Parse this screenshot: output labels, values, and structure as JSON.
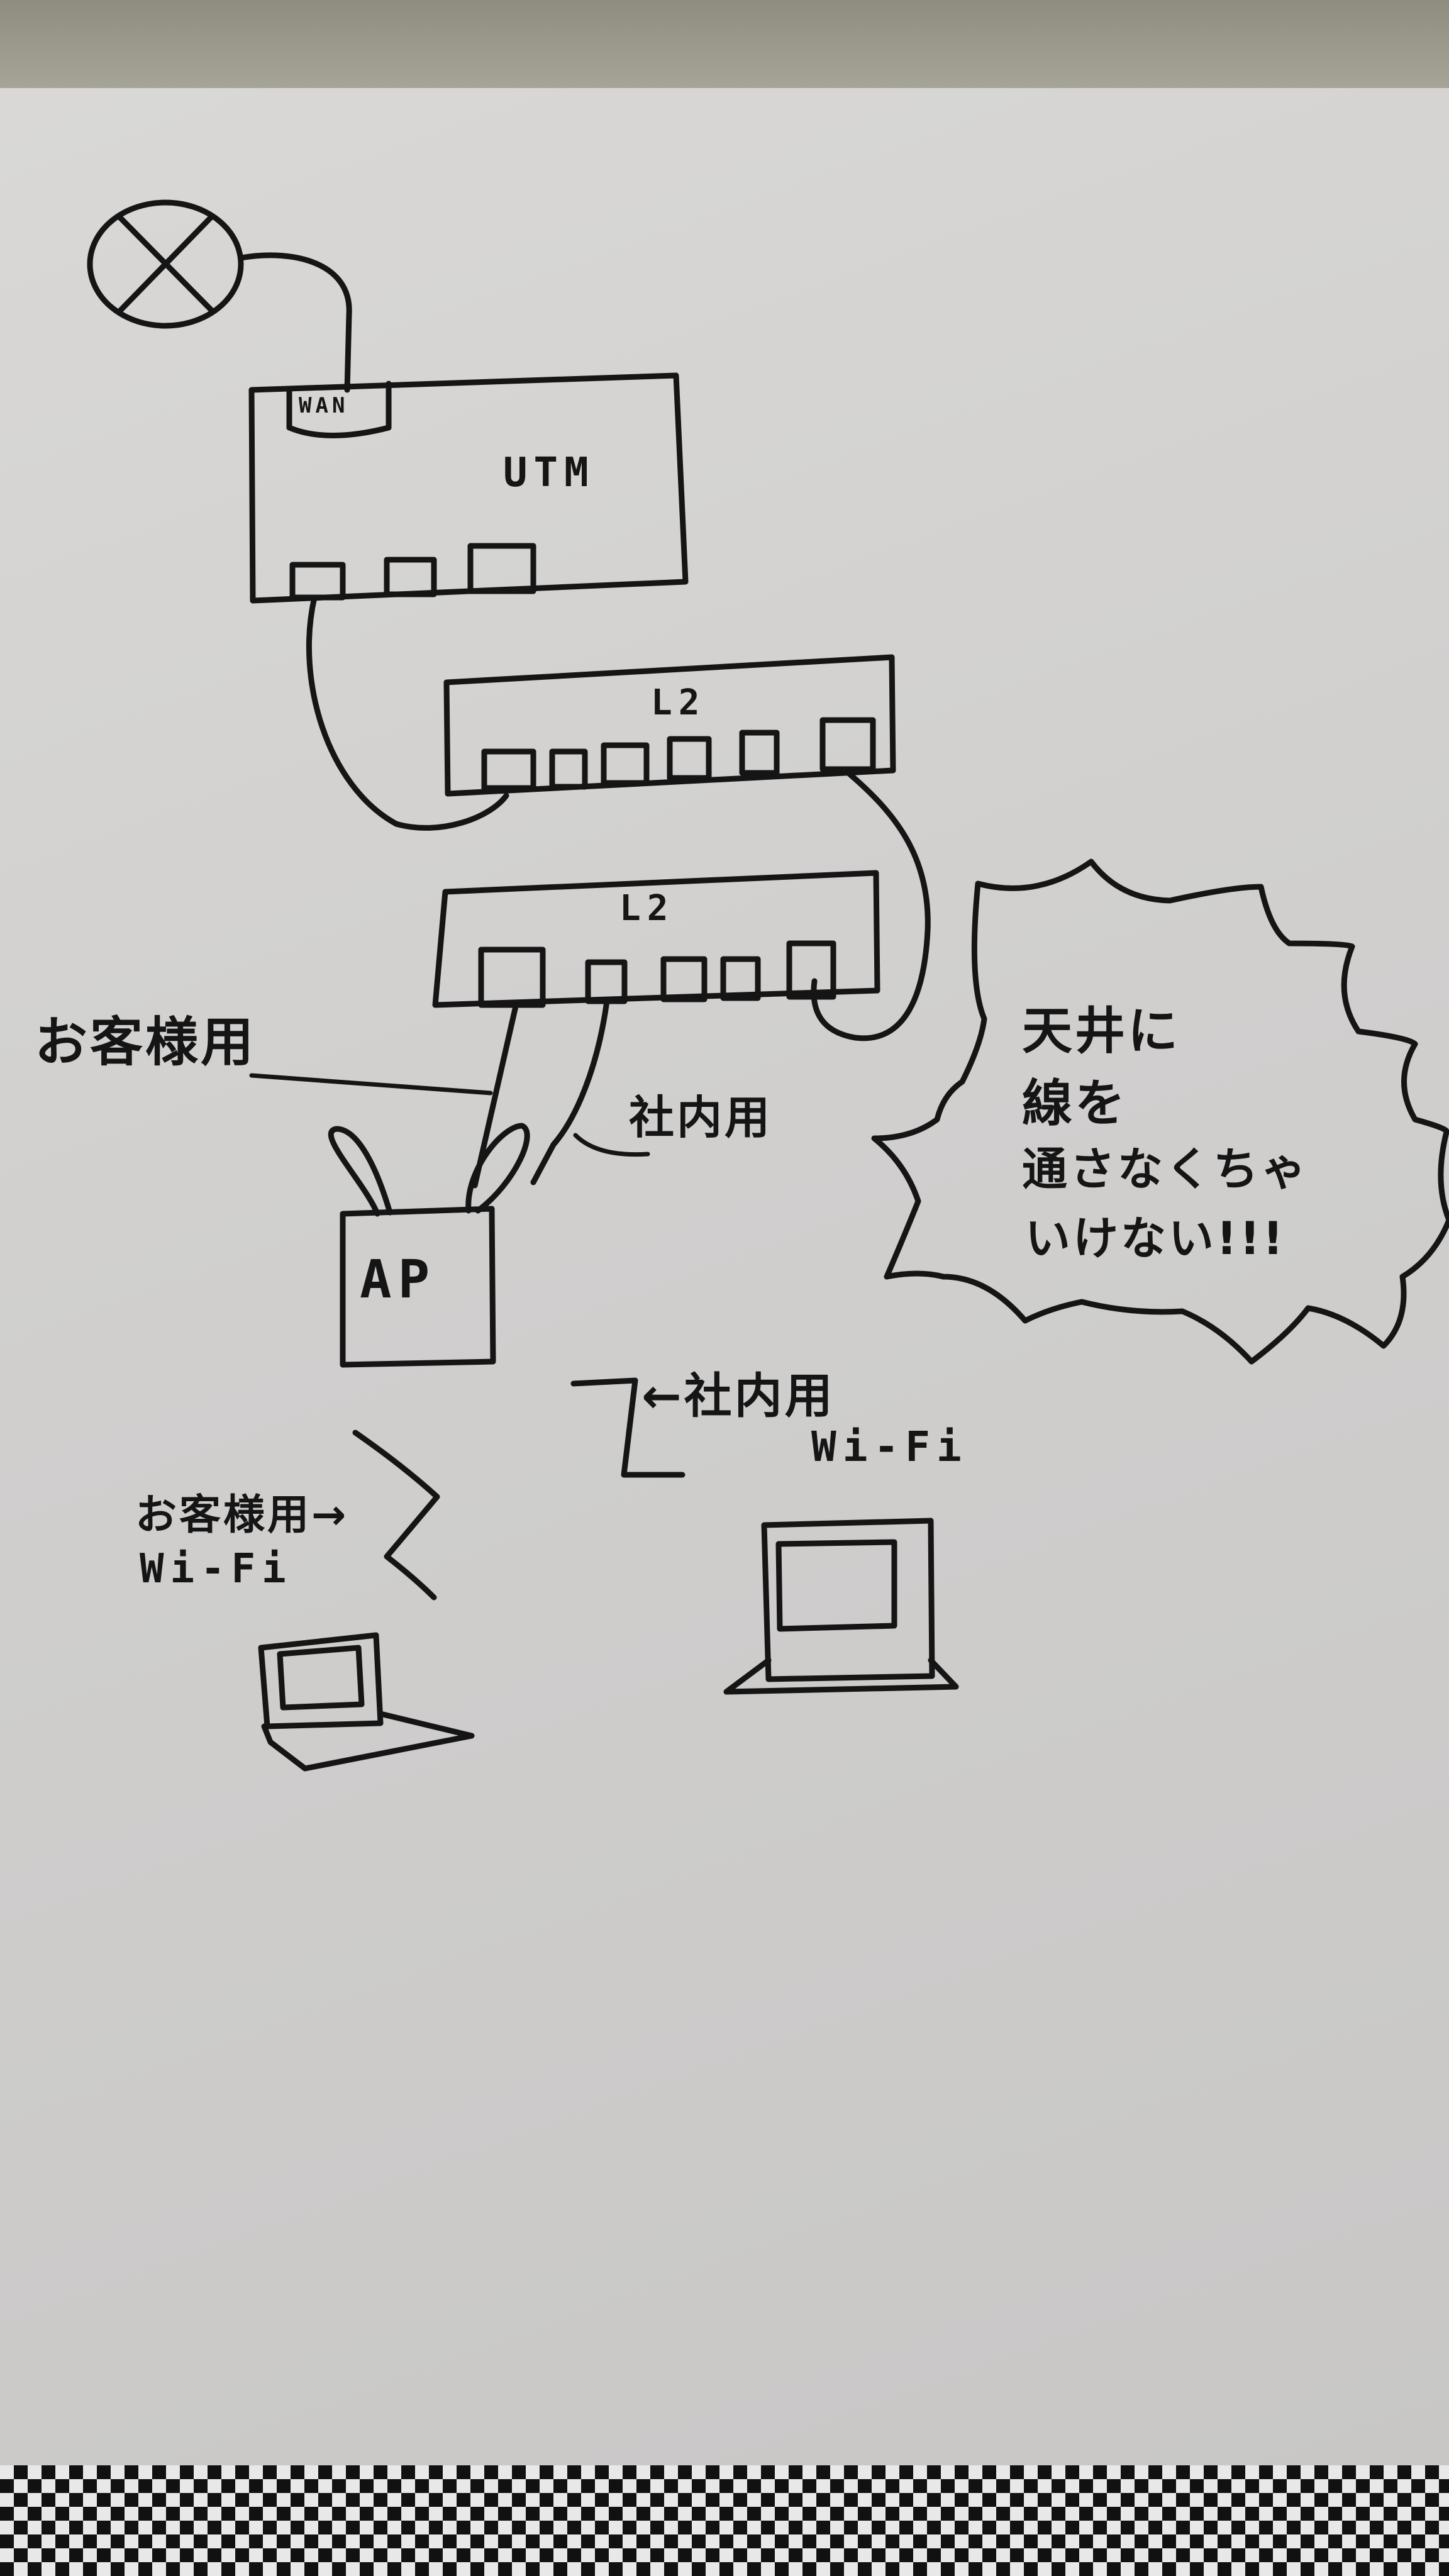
{
  "labels": {
    "wan": "WAN",
    "utm": "UTM",
    "l2_top": "L2",
    "l2_bottom": "L2",
    "guest_use": "お客様用",
    "internal_use": "社内用",
    "ap": "AP",
    "ceiling_line1": "天井に",
    "ceiling_line2": "線を",
    "ceiling_line3": "通さなくちゃ",
    "ceiling_line4": "いけない!!!",
    "internal_wifi_line1": "←社内用",
    "internal_wifi_line2": "Wi-Fi",
    "guest_wifi_line1": "お客様用→",
    "guest_wifi_line2": "Wi-Fi"
  },
  "icons": {
    "internet": "globe-cross-icon",
    "guest_laptop": "laptop-icon",
    "internal_laptop": "laptop-icon",
    "guest_signal": "wifi-signal-icon",
    "internal_signal": "wifi-signal-icon",
    "access_point": "access-point-icon"
  },
  "colors": {
    "ink": "#151515",
    "paper": "#d4d3d2"
  }
}
